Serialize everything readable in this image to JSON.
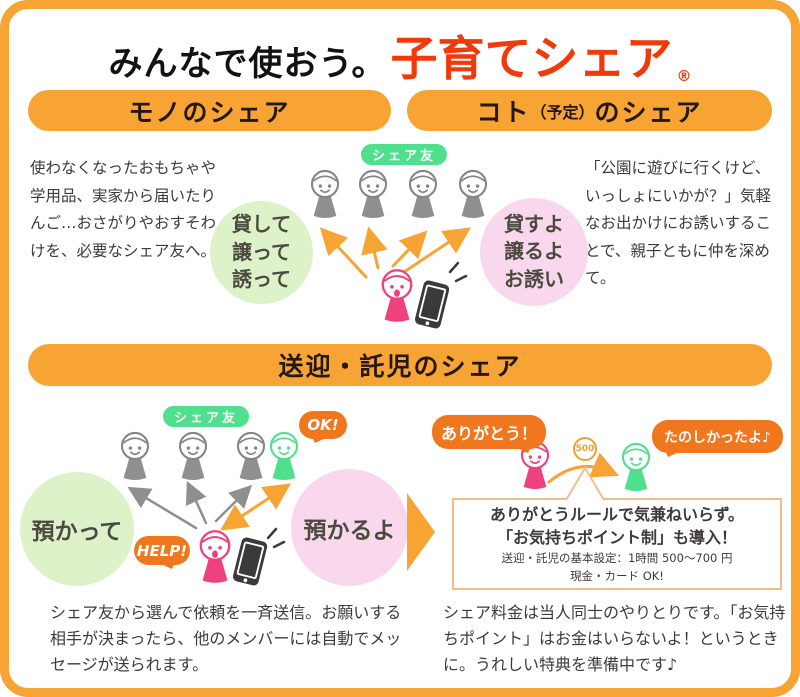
{
  "colors": {
    "frame_orange": "#F7A435",
    "brand_red": "#EF3A0C",
    "badge_green": "#50E08D",
    "bubble_orange": "#F0771E",
    "circle_green": "#DDF2C8",
    "circle_pink": "#F9D8EE",
    "figure_gray": "#8F8F8F",
    "figure_pink": "#F0417F",
    "figure_green": "#50E08D",
    "box_border": "#F3BD8A",
    "text_dark": "#3E3A39"
  },
  "title": {
    "prefix": "みんなで使おう。",
    "brand": "子育てシェア",
    "registered": "®"
  },
  "sections": {
    "mono": {
      "header": "モノのシェア",
      "badge": "シェア友",
      "description": "使わなくなったおもちゃや学用品、実家から届いたりんご…おさがりやおすそわけを、必要なシェア友へ。",
      "give_circle": [
        "貸して",
        "譲って",
        "誘って"
      ],
      "receive_circle": [
        "貸すよ",
        "譲るよ",
        "お誘い"
      ]
    },
    "koto": {
      "header_main": "コト",
      "header_small": "（予定）",
      "header_rest": "のシェア",
      "description": "「公園に遊びに行くけど、いっしょにいかが？」気軽なお出かけにお誘いすることで、親子ともに仲を深めて。"
    },
    "sokugei": {
      "header": "送迎・託児のシェア",
      "badge": "シェア友",
      "ok_bubble": "OK!",
      "help_bubble": "HELP!",
      "ask_circle": "預かって",
      "offer_circle": "預かるよ",
      "left_caption": "シェア友から選んで依頼を一斉送信。お願いする相手が決まったら、他のメンバーには自動でメッセージが送られます。",
      "thanks_bubble": "ありがとう！",
      "fun_bubble": "たのしかったよ♪",
      "coin": "500",
      "rule_box": {
        "line1": "ありがとうルールで気兼ねいらず。",
        "line2": "「お気持ちポイント制」も導入！",
        "line3": "送迎・託児の基本設定：1時間 500〜700 円",
        "line4": "現金・カード OK!"
      },
      "right_caption": "シェア料金は当人同士のやりとりです。「お気持ちポイント」はお金はいらないよ！というときに。うれしい特典を準備中です♪"
    }
  }
}
